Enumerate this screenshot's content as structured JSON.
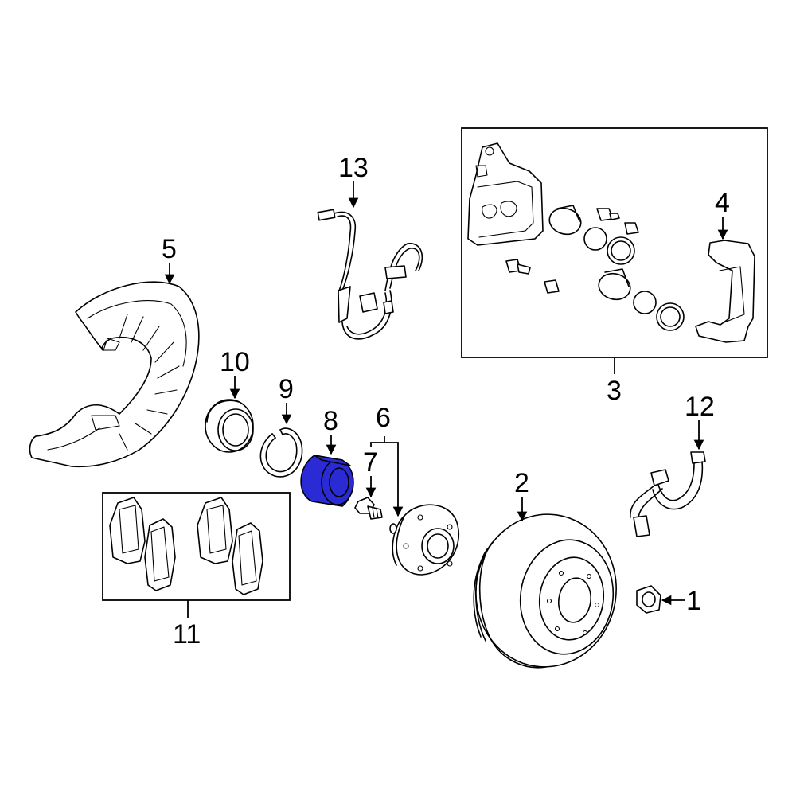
{
  "highlight_color": "#2b2bd6",
  "callouts": {
    "n1": "1",
    "n2": "2",
    "n3": "3",
    "n4": "4",
    "n5": "5",
    "n6": "6",
    "n7": "7",
    "n8": "8",
    "n9": "9",
    "n10": "10",
    "n11": "11",
    "n12": "12",
    "n13": "13"
  }
}
